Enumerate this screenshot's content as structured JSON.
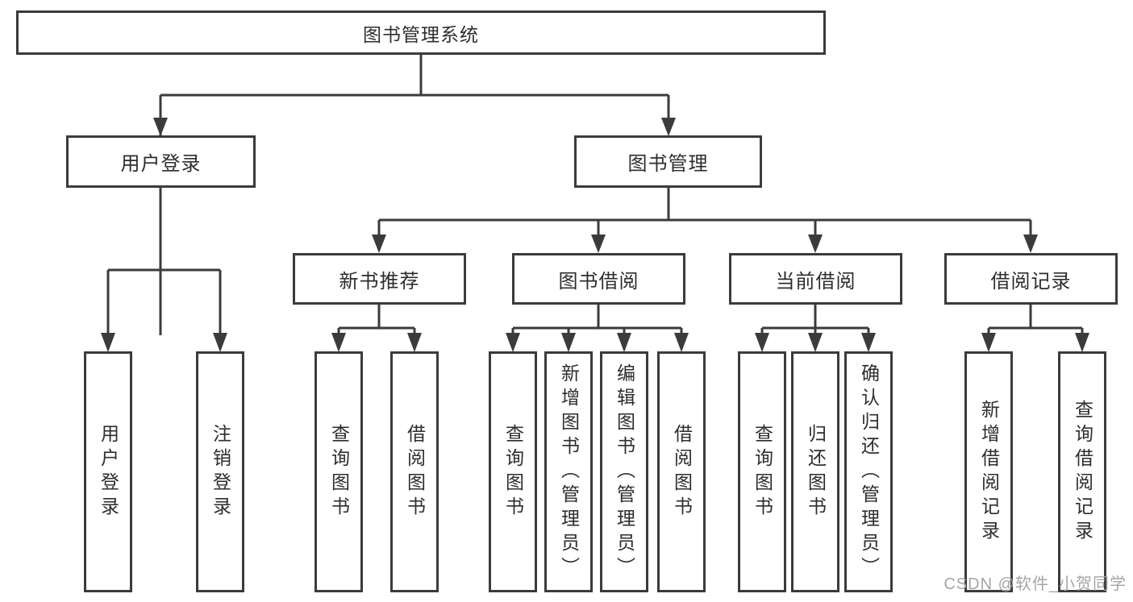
{
  "nodes": {
    "root": "图书管理系统",
    "level2": [
      "用户登录",
      "图书管理"
    ],
    "level3": [
      "新书推荐",
      "图书借阅",
      "当前借阅",
      "借阅记录"
    ],
    "leaves": [
      "用户登录",
      "注销登录",
      "查询图书",
      "借阅图书",
      "查询图书",
      "新增图书（管理员）",
      "编辑图书（管理员）",
      "借阅图书",
      "查询图书",
      "归还图书",
      "确认归还（管理员）",
      "新增借阅记录",
      "查询借阅记录"
    ]
  },
  "watermark": "CSDN @软件_小贺同学",
  "colors": {
    "line": "#3b3b3b",
    "text": "#2d2d2d",
    "background": "#ffffff",
    "watermark": "#a5a5a5"
  }
}
